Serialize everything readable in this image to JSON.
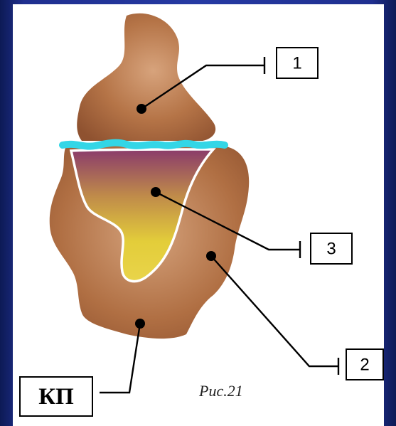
{
  "labels": {
    "label_1": "1",
    "label_2": "2",
    "label_3": "3",
    "label_kp": "КП"
  },
  "caption": "Рис.21",
  "colors": {
    "background": "#263aa3",
    "panel": "#ffffff",
    "bone_brown": "#a8683f",
    "joint_line": "#33d6e6",
    "cavity_top": "#8a3b6b",
    "cavity_bottom": "#e7d23b"
  }
}
